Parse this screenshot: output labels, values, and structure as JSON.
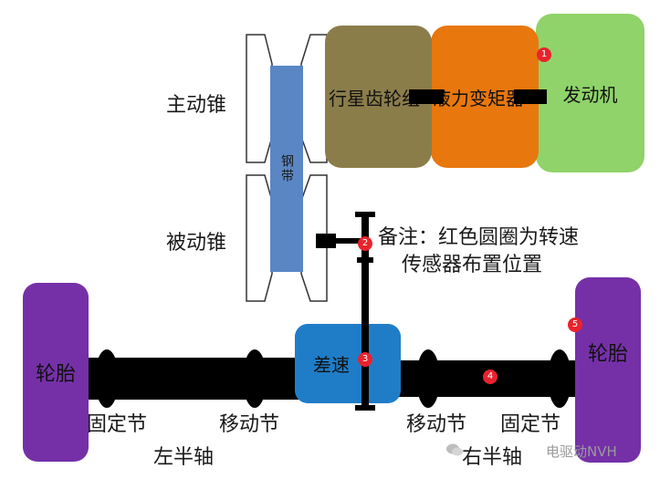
{
  "components": {
    "engine": "发动机",
    "torque_converter": "液力变矩器",
    "planetary_gear": "行星齿轮组",
    "steel_belt": "钢带",
    "drive_pulley": "主动锥",
    "driven_pulley": "被动锥",
    "differential": "差速",
    "left_tire": "轮胎",
    "right_tire": "轮胎"
  },
  "axle": {
    "left_fixed_joint": "固定节",
    "left_sliding_joint": "移动节",
    "right_sliding_joint": "移动节",
    "right_fixed_joint": "固定节",
    "left_half_shaft": "左半轴",
    "right_half_shaft": "右半轴"
  },
  "note": {
    "line1": "备注：红色圆圈为转速",
    "line2": "传感器布置位置"
  },
  "sensors": [
    "1",
    "2",
    "3",
    "4",
    "5"
  ],
  "watermark": "电驱动NVH",
  "colors": {
    "engine": "#8FD36A",
    "torque_converter": "#E8770E",
    "planetary_gear": "#8B7D4A",
    "steel_belt": "#5A86C4",
    "differential": "#1F7DC8",
    "tire": "#7530A8",
    "sensor": "#E8232D",
    "shaft": "#000000"
  }
}
